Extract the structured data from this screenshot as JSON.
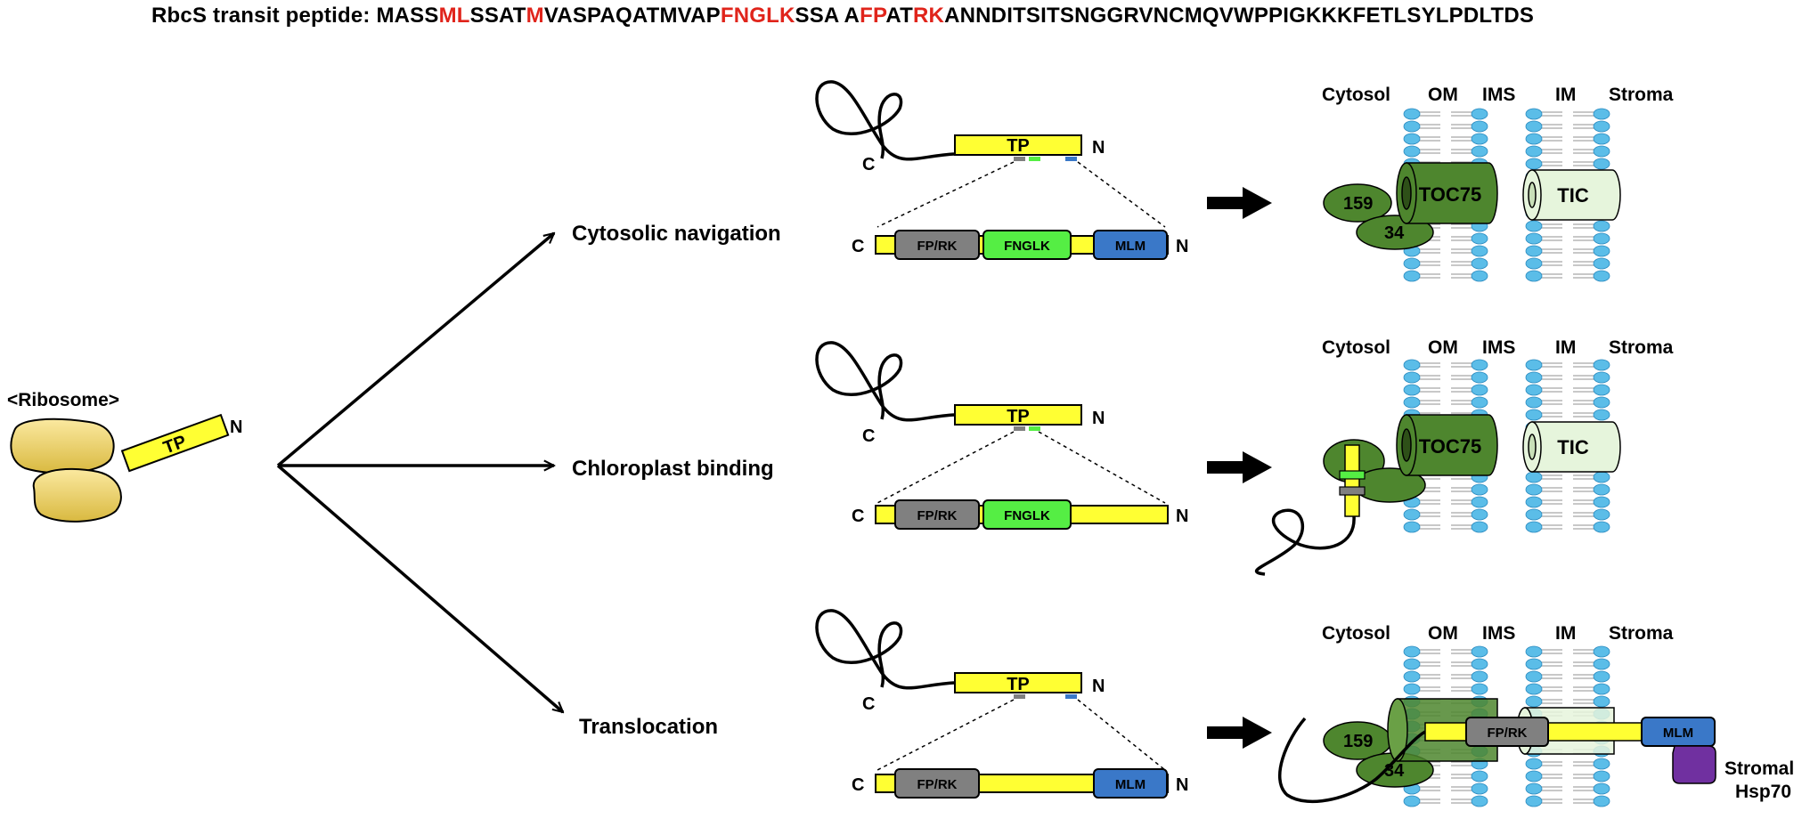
{
  "header": {
    "prefix": "RbcS transit peptide: ",
    "segments": [
      {
        "t": "MASS",
        "h": false
      },
      {
        "t": "ML",
        "h": true
      },
      {
        "t": "SSAT",
        "h": false
      },
      {
        "t": "M",
        "h": true
      },
      {
        "t": "VASPAQATMVAP",
        "h": false
      },
      {
        "t": "FNGLK",
        "h": true
      },
      {
        "t": "SSA A",
        "h": false
      },
      {
        "t": "FP",
        "h": true
      },
      {
        "t": "AT",
        "h": false
      },
      {
        "t": "RK",
        "h": true
      },
      {
        "t": "ANNDITSITSNGGRVNCMQVWPPIGKKKFETLSYLPDLTDS",
        "h": false
      }
    ]
  },
  "ribosome": {
    "label": "<Ribosome>",
    "tp": "TP",
    "n": "N"
  },
  "pathways": [
    {
      "label": "Cytosolic navigation",
      "tp": "TP",
      "c": "C",
      "n": "N",
      "motifs": [
        "FP/RK",
        "FNGLK",
        "MLM"
      ]
    },
    {
      "label": "Chloroplast binding",
      "tp": "TP",
      "c": "C",
      "n": "N",
      "motifs": [
        "FP/RK",
        "FNGLK"
      ]
    },
    {
      "label": "Translocation",
      "tp": "TP",
      "c": "C",
      "n": "N",
      "motifs": [
        "FP/RK",
        "MLM"
      ]
    }
  ],
  "membrane": {
    "labels": [
      "Cytosol",
      "OM",
      "IMS",
      "IM",
      "Stroma"
    ],
    "toc": "TOC75",
    "tic": "TIC",
    "r159": "159",
    "r34": "34",
    "hsp_l1": "Stromal",
    "hsp_l2": "Hsp70"
  },
  "colors": {
    "highlight": "#e0241b",
    "tp_yellow": "#ffff33",
    "frk_gray": "#808080",
    "fnglk_green": "#55ee44",
    "mlm_blue": "#3a78c8",
    "toc_green": "#4e862e",
    "tic_green": "#e6f5dc",
    "lipid_blue": "#5bbde8",
    "hsp_purple": "#7030a0",
    "ribosome": "#efd46a"
  }
}
